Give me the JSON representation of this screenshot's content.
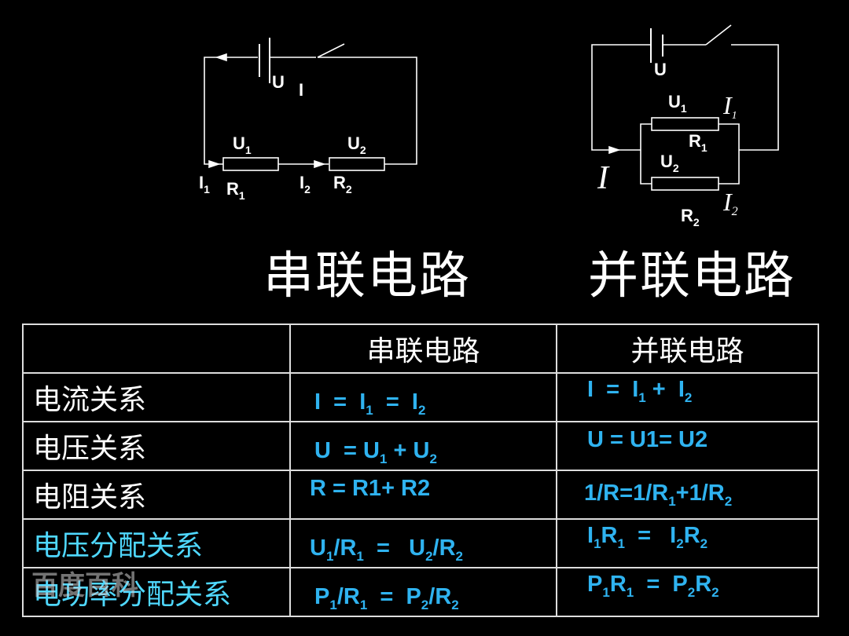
{
  "series_circuit": {
    "title": "串联电路",
    "labels": {
      "U": "U",
      "I": "I",
      "U1": "U",
      "U1_sub": "1",
      "U2": "U",
      "U2_sub": "2",
      "I1": "I",
      "I1_sub": "1",
      "I2": "I",
      "I2_sub": "2",
      "R1": "R",
      "R1_sub": "1",
      "R2": "R",
      "R2_sub": "2"
    }
  },
  "parallel_circuit": {
    "title": "并联电路",
    "labels": {
      "U": "U",
      "U1": "U",
      "U1_sub": "1",
      "U2": "U",
      "U2_sub": "2",
      "R1": "R",
      "R1_sub": "1",
      "R2": "R",
      "R2_sub": "2",
      "I": "I",
      "I1": "I",
      "I1_sub": "1",
      "I2": "I",
      "I2_sub": "2"
    }
  },
  "table": {
    "header": [
      "",
      "串联电路",
      "并联电路"
    ],
    "rows": [
      {
        "name": "电流关系",
        "series": "I = I1 = I2",
        "parallel": "I = I1 + I2"
      },
      {
        "name": "电压关系",
        "series": "U = U1 + U2",
        "parallel": "U = U1= U2"
      },
      {
        "name": "电阻关系",
        "series": "R = R1+ R2",
        "parallel": "1/R=1/R1+1/R2"
      },
      {
        "name": "电压分配关系",
        "series": "U1/R1 = U2/R2",
        "parallel": "I1R1 = I2R2"
      },
      {
        "name": "电功率分配关系",
        "series": "P1/R1 = P2/R2",
        "parallel": "P1R1 = P2R2"
      }
    ]
  },
  "watermark": "百度百科",
  "colors": {
    "background": "#000000",
    "formula": "#2fb3f0",
    "highlight_label": "#4fd8ff",
    "line": "#ffffff"
  }
}
